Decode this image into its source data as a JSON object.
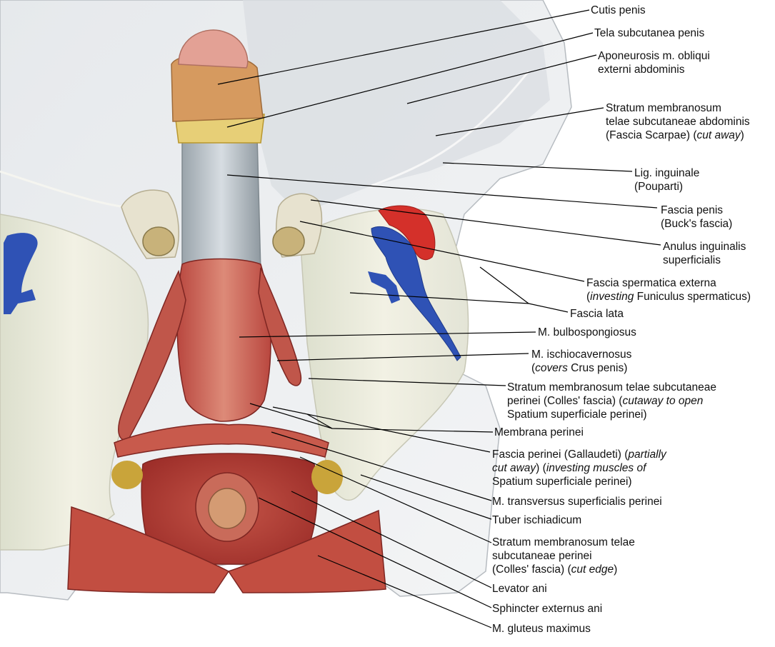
{
  "colors": {
    "skin": "#eef0f2",
    "fascia": "#c9d0d6",
    "muscle": "#b8463f",
    "muscle_light": "#d67563",
    "vein": "#2b4fb8",
    "artery": "#d4302a",
    "fat": "#c9a43a",
    "leader": "#000000"
  },
  "labels": [
    {
      "id": "cutis-penis",
      "lines": [
        [
          "Cutis penis"
        ]
      ]
    },
    {
      "id": "tela-subcutanea-penis",
      "lines": [
        [
          "Tela subcutanea penis"
        ]
      ]
    },
    {
      "id": "aponeurosis",
      "lines": [
        [
          "Aponeurosis m. obliqui"
        ],
        [
          "externi abdominis"
        ]
      ]
    },
    {
      "id": "stratum-scarpae",
      "lines": [
        [
          "Stratum membranosum"
        ],
        [
          "telae subcutaneae abdominis"
        ],
        [
          "(Fascia Scarpae) (",
          {
            "i": "cut away"
          },
          ")"
        ]
      ]
    },
    {
      "id": "lig-inguinale",
      "lines": [
        [
          "Lig. inguinale"
        ],
        [
          "(Pouparti)"
        ]
      ]
    },
    {
      "id": "fascia-penis",
      "lines": [
        [
          "Fascia penis"
        ],
        [
          "(Buck's fascia)"
        ]
      ]
    },
    {
      "id": "anulus-inguinalis",
      "lines": [
        [
          "Anulus inguinalis"
        ],
        [
          "superficialis"
        ]
      ]
    },
    {
      "id": "fascia-spermatica",
      "lines": [
        [
          "Fascia spermatica externa"
        ],
        [
          "(",
          {
            "i": "investing"
          },
          " Funiculus spermaticus)"
        ]
      ]
    },
    {
      "id": "fascia-lata",
      "lines": [
        [
          "Fascia lata"
        ]
      ]
    },
    {
      "id": "m-bulbospongiosus",
      "lines": [
        [
          "M. bulbospongiosus"
        ]
      ]
    },
    {
      "id": "m-ischiocavernosus",
      "lines": [
        [
          "M. ischiocavernosus"
        ],
        [
          "(",
          {
            "i": "covers"
          },
          " Crus penis)"
        ]
      ]
    },
    {
      "id": "stratum-colles-cutaway",
      "lines": [
        [
          "Stratum membranosum telae subcutaneae"
        ],
        [
          "perinei (Colles' fascia) (",
          {
            "i": "cutaway to open"
          }
        ],
        [
          "Spatium superficiale perinei)"
        ]
      ]
    },
    {
      "id": "membrana-perinei",
      "lines": [
        [
          "Membrana perinei"
        ]
      ]
    },
    {
      "id": "fascia-perinei",
      "lines": [
        [
          "Fascia perinei (Gallaudeti) (",
          {
            "i": "partially"
          }
        ],
        [
          {
            "i": "cut away"
          },
          ") (",
          {
            "i": "investing muscles of"
          }
        ],
        [
          "Spatium superficiale perinei)"
        ]
      ]
    },
    {
      "id": "m-transversus",
      "lines": [
        [
          "M. transversus superficialis perinei"
        ]
      ]
    },
    {
      "id": "tuber-ischiadicum",
      "lines": [
        [
          "Tuber ischiadicum"
        ]
      ]
    },
    {
      "id": "stratum-colles-edge",
      "lines": [
        [
          "Stratum membranosum telae"
        ],
        [
          "subcutaneae perinei"
        ],
        [
          "(Colles' fascia) (",
          {
            "i": "cut edge"
          },
          ")"
        ]
      ]
    },
    {
      "id": "levator-ani",
      "lines": [
        [
          "Levator ani"
        ]
      ]
    },
    {
      "id": "sphincter-externus",
      "lines": [
        [
          "Sphincter externus ani"
        ]
      ]
    },
    {
      "id": "m-gluteus",
      "lines": [
        [
          "M. gluteus maximus"
        ]
      ]
    }
  ]
}
